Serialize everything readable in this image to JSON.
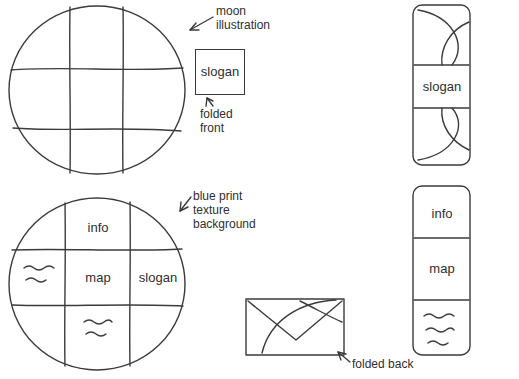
{
  "diagram": {
    "nodes": [
      {
        "text": [
          "slogan"
        ]
      },
      {
        "text": [
          "info"
        ]
      },
      {
        "text": [
          "map"
        ]
      },
      {
        "text": [
          "slogan"
        ]
      },
      {
        "text": [
          "slogan"
        ]
      },
      {
        "text": [
          "info"
        ]
      },
      {
        "text": [
          "map"
        ]
      }
    ],
    "labels": [
      "moon illustration",
      "folded front",
      "blue print texture background",
      "folded back"
    ]
  }
}
